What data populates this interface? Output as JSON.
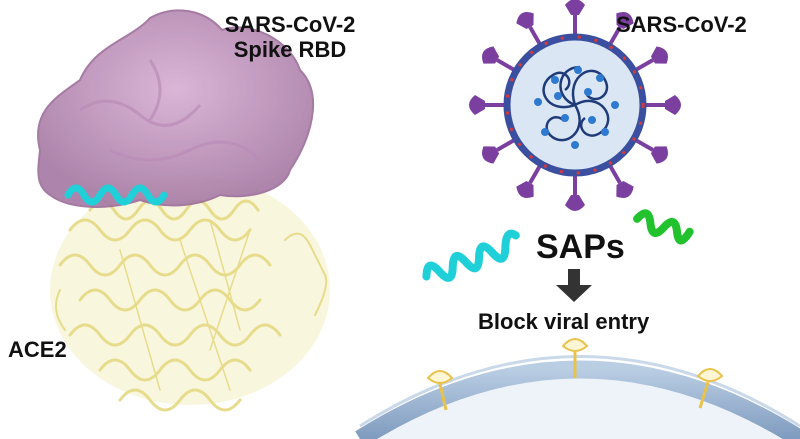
{
  "labels": {
    "rbd_line1": "SARS-CoV-2",
    "rbd_line2": "Spike RBD",
    "virus": "SARS-CoV-2",
    "ace2": "ACE2",
    "saps": "SAPs",
    "block": "Block viral entry"
  },
  "colors": {
    "rbd_surface": "#c497c2",
    "ace2_ribbon": "#efe8a0",
    "cyan_helix": "#1fd0d8",
    "green_helix": "#22c22e",
    "virus_envelope": "#3a4fa0",
    "spike_protein": "#7b3fa0",
    "membrane": "#9fb7d4",
    "receptor": "#e9c24a"
  }
}
